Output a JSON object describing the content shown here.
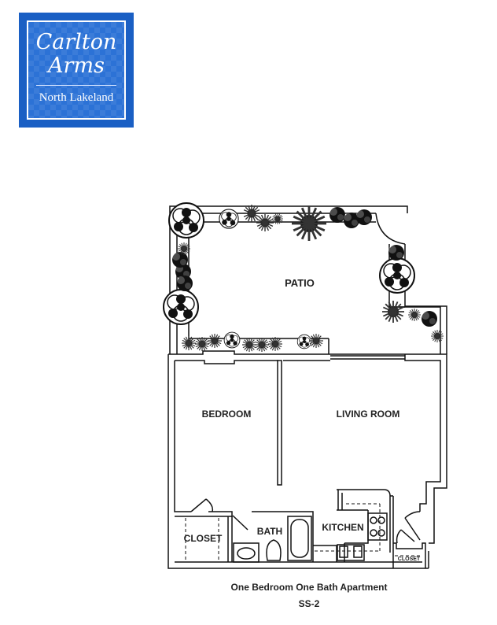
{
  "logo": {
    "line1": "Carlton",
    "line2": "Arms",
    "subtitle": "North Lakeland",
    "colors": {
      "background": "#1a5fc4",
      "text": "#ffffff"
    }
  },
  "floorplan": {
    "rooms": {
      "patio": "PATIO",
      "bedroom": "BEDROOM",
      "living_room": "LIVING ROOM",
      "closet_bedroom": "CLOSET",
      "bath": "BATH",
      "kitchen": "KITCHEN",
      "closet_entry": "CLOSET"
    }
  },
  "caption": {
    "title": "One Bedroom One Bath Apartment",
    "unit_code": "SS-2"
  }
}
